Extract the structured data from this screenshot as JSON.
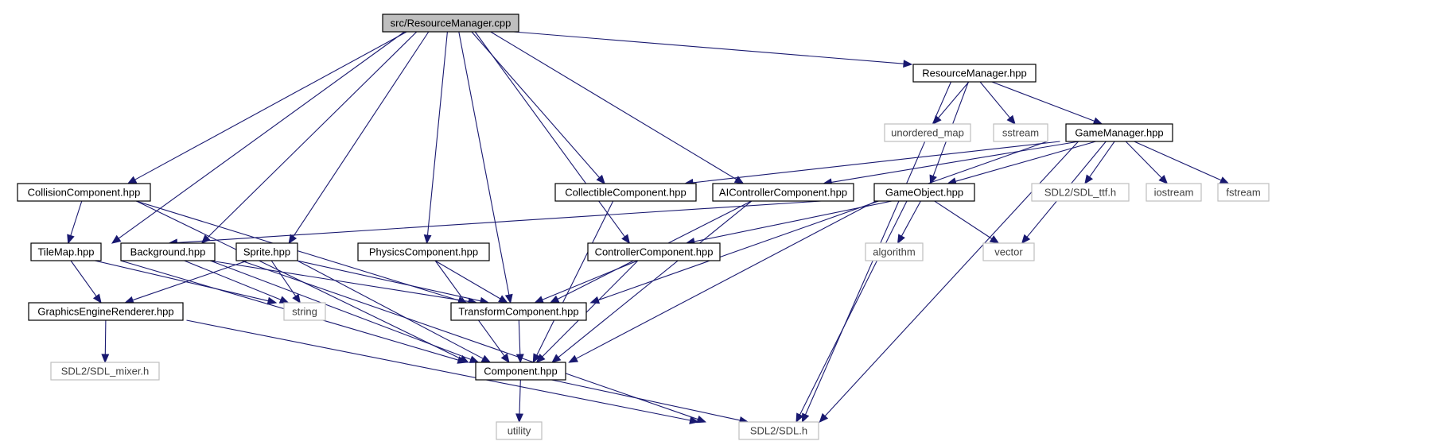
{
  "diagram": {
    "type": "include-dependency-graph",
    "colors": {
      "edge": "#191970",
      "root_fill": "#bfbfbf",
      "system_border": "#bfbfbf",
      "local_border": "#000000"
    },
    "nodes": [
      {
        "id": "root",
        "label": "src/ResourceManager.cpp",
        "kind": "root"
      },
      {
        "id": "rm",
        "label": "ResourceManager.hpp",
        "kind": "local"
      },
      {
        "id": "unordered_map",
        "label": "unordered_map",
        "kind": "system"
      },
      {
        "id": "sstream",
        "label": "sstream",
        "kind": "system"
      },
      {
        "id": "gm",
        "label": "GameManager.hpp",
        "kind": "local"
      },
      {
        "id": "collision",
        "label": "CollisionComponent.hpp",
        "kind": "local"
      },
      {
        "id": "collectible",
        "label": "CollectibleComponent.hpp",
        "kind": "local"
      },
      {
        "id": "ai",
        "label": "AIControllerComponent.hpp",
        "kind": "local"
      },
      {
        "id": "go",
        "label": "GameObject.hpp",
        "kind": "local"
      },
      {
        "id": "ttf",
        "label": "SDL2/SDL_ttf.h",
        "kind": "system"
      },
      {
        "id": "iostream",
        "label": "iostream",
        "kind": "system"
      },
      {
        "id": "fstream",
        "label": "fstream",
        "kind": "system"
      },
      {
        "id": "tilemap",
        "label": "TileMap.hpp",
        "kind": "local"
      },
      {
        "id": "background",
        "label": "Background.hpp",
        "kind": "local"
      },
      {
        "id": "sprite",
        "label": "Sprite.hpp",
        "kind": "local"
      },
      {
        "id": "physics",
        "label": "PhysicsComponent.hpp",
        "kind": "local"
      },
      {
        "id": "controller",
        "label": "ControllerComponent.hpp",
        "kind": "local"
      },
      {
        "id": "algorithm",
        "label": "algorithm",
        "kind": "system"
      },
      {
        "id": "vector",
        "label": "vector",
        "kind": "system"
      },
      {
        "id": "string",
        "label": "string",
        "kind": "system"
      },
      {
        "id": "ger",
        "label": "GraphicsEngineRenderer.hpp",
        "kind": "local"
      },
      {
        "id": "transform",
        "label": "TransformComponent.hpp",
        "kind": "local"
      },
      {
        "id": "mixer",
        "label": "SDL2/SDL_mixer.h",
        "kind": "system"
      },
      {
        "id": "component",
        "label": "Component.hpp",
        "kind": "local"
      },
      {
        "id": "utility",
        "label": "utility",
        "kind": "system"
      },
      {
        "id": "sdl",
        "label": "SDL2/SDL.h",
        "kind": "system"
      }
    ],
    "edges": [
      [
        "root",
        "rm"
      ],
      [
        "root",
        "collision"
      ],
      [
        "root",
        "tilemap"
      ],
      [
        "root",
        "background"
      ],
      [
        "root",
        "sprite"
      ],
      [
        "root",
        "physics"
      ],
      [
        "root",
        "transform"
      ],
      [
        "root",
        "controller"
      ],
      [
        "root",
        "collectible"
      ],
      [
        "root",
        "ai"
      ],
      [
        "rm",
        "unordered_map"
      ],
      [
        "rm",
        "sstream"
      ],
      [
        "rm",
        "gm"
      ],
      [
        "rm",
        "go"
      ],
      [
        "rm",
        "sdl"
      ],
      [
        "gm",
        "collectible"
      ],
      [
        "gm",
        "ai"
      ],
      [
        "gm",
        "go"
      ],
      [
        "gm",
        "ttf"
      ],
      [
        "gm",
        "iostream"
      ],
      [
        "gm",
        "fstream"
      ],
      [
        "gm",
        "vector"
      ],
      [
        "gm",
        "transform"
      ],
      [
        "gm",
        "sdl"
      ],
      [
        "collision",
        "tilemap"
      ],
      [
        "collision",
        "transform"
      ],
      [
        "collision",
        "component"
      ],
      [
        "collectible",
        "component"
      ],
      [
        "ai",
        "transform"
      ],
      [
        "ai",
        "component"
      ],
      [
        "go",
        "tilemap"
      ],
      [
        "go",
        "controller"
      ],
      [
        "go",
        "algorithm"
      ],
      [
        "go",
        "vector"
      ],
      [
        "go",
        "component"
      ],
      [
        "go",
        "sdl"
      ],
      [
        "tilemap",
        "ger"
      ],
      [
        "tilemap",
        "string"
      ],
      [
        "tilemap",
        "component"
      ],
      [
        "background",
        "string"
      ],
      [
        "background",
        "transform"
      ],
      [
        "background",
        "component"
      ],
      [
        "background",
        "sdl"
      ],
      [
        "sprite",
        "ger"
      ],
      [
        "sprite",
        "string"
      ],
      [
        "sprite",
        "transform"
      ],
      [
        "sprite",
        "component"
      ],
      [
        "physics",
        "transform"
      ],
      [
        "physics",
        "component"
      ],
      [
        "controller",
        "transform"
      ],
      [
        "controller",
        "component"
      ],
      [
        "ger",
        "mixer"
      ],
      [
        "ger",
        "sdl"
      ],
      [
        "transform",
        "component"
      ],
      [
        "component",
        "utility"
      ],
      [
        "component",
        "sdl"
      ]
    ]
  }
}
